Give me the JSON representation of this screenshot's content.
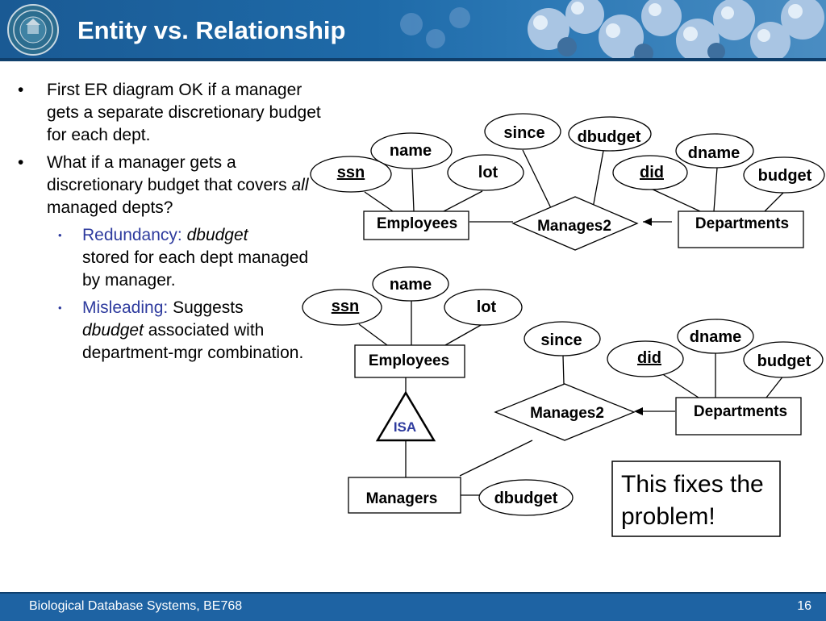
{
  "slide": {
    "title": "Entity vs. Relationship",
    "page_number": "16",
    "footer_text": "Biological Database Systems, BE768"
  },
  "bullets": {
    "b1": "First ER diagram OK if a manager gets a separate discretionary budget for each dept.",
    "b2_pre": "What if a manager gets a discretionary    budget that covers ",
    "b2_em": "all",
    "b2_post": " managed depts?",
    "s1_head": "Redundancy: ",
    "s1_em": "dbudget",
    "s1_tail": "stored for each dept managed by manager.",
    "s2_head": "Misleading: ",
    "s2_pre": "Suggests ",
    "s2_em": "dbudget",
    "s2_tail": " associated with department-mgr combination."
  },
  "diagram1": {
    "since": "since",
    "dbudget": "dbudget",
    "name": "name",
    "ssn": "ssn",
    "lot": "lot",
    "did": "did",
    "dname": "dname",
    "budget": "budget",
    "employees": "Employees",
    "relationship": "Manages2",
    "departments": "Departments"
  },
  "diagram2": {
    "name": "name",
    "ssn": "ssn",
    "lot": "lot",
    "since": "since",
    "dname": "dname",
    "did": "did",
    "budget": "budget",
    "employees": "Employees",
    "isa": "ISA",
    "relationship": "Manages2",
    "departments": "Departments",
    "managers": "Managers",
    "dbudget": "dbudget"
  },
  "note": {
    "line1": "This fixes the",
    "line2": "problem!"
  },
  "colors": {
    "header_blue": "#1e6aa8",
    "footer_blue": "#1e63a3",
    "accent_text": "#2e3b9e",
    "isa_text": "#2e3b9e"
  }
}
